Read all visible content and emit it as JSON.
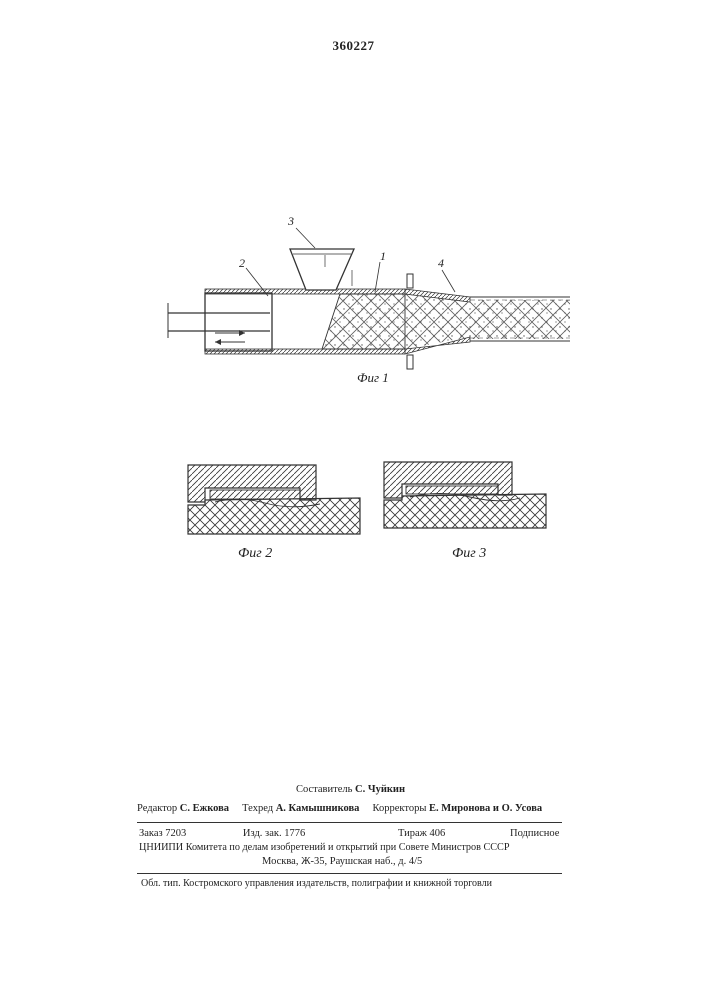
{
  "patent_number": "360227",
  "figures": {
    "fig1": {
      "caption": "Фиг 1",
      "callouts": [
        "1",
        "2",
        "3",
        "4"
      ]
    },
    "fig2": {
      "caption": "Фиг 2"
    },
    "fig3": {
      "caption": "Фиг 3"
    }
  },
  "footer": {
    "compiler_label": "Составитель",
    "compiler_name": "С. Чуйкин",
    "editor_label": "Редактор",
    "editor_name": "С. Ежкова",
    "techred_label": "Техред",
    "techred_name": "А. Камышникова",
    "correctors_label": "Корректоры",
    "correctors_names": "Е. Миронова и О. Усова",
    "order": "Заказ 7203",
    "izd": "Изд. зак. 1776",
    "tirazh": "Тираж 406",
    "podpisnoe": "Подписное",
    "org_line": "ЦНИИПИ Комитета по делам изобретений и открытий при Совете Министров СССР",
    "address": "Москва, Ж-35, Раушская наб., д. 4/5",
    "printer": "Обл. тип. Костромского управления издательств, полиграфии и книжной торговли"
  }
}
